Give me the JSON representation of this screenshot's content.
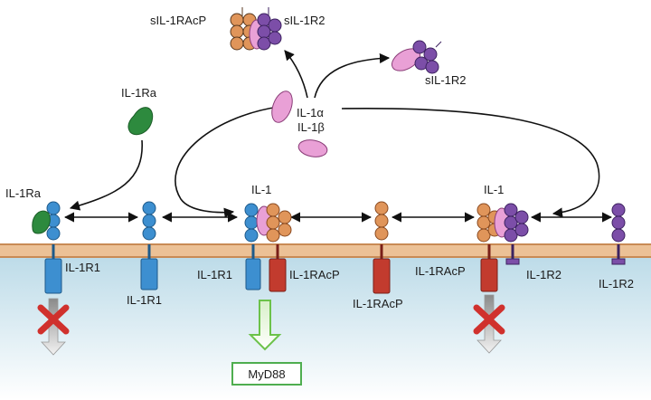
{
  "labels": {
    "sil1racp_top": "sIL-1RAcP",
    "sil1r2_top": "sIL-1R2",
    "sil1r2_right": "sIL-1R2",
    "il1ra_top": "IL-1Ra",
    "il1_alpha": "IL-1α",
    "il1_beta": "IL-1β",
    "il1ra_left": "IL-1Ra",
    "il1_center": "IL-1",
    "il1_right": "IL-1",
    "il1r1_a": "IL-1R1",
    "il1r1_b": "IL-1R1",
    "il1r1_c": "IL-1R1",
    "il1racp_a": "IL-1RAcP",
    "il1racp_b": "IL-1RAcP",
    "il1racp_c": "IL-1RAcP",
    "il1r2_a": "IL-1R2",
    "il1r2_b": "IL-1R2",
    "myd88": "MyD88"
  },
  "colors": {
    "il1r1": "#3d8fd0",
    "il1racp": "#e0955a",
    "il1r2": "#7c4ea8",
    "il1": "#e27bc6",
    "il1ra": "#2d8a3e",
    "membrane": "#e8b98a",
    "cytoplasm": "#d5eaf2",
    "signal_arrow": "#6cc24a",
    "block_x": "#d0312d"
  },
  "icons": {
    "blocked_left": "red-x-icon",
    "blocked_right": "red-x-icon",
    "signal": "green-down-arrow-icon"
  }
}
